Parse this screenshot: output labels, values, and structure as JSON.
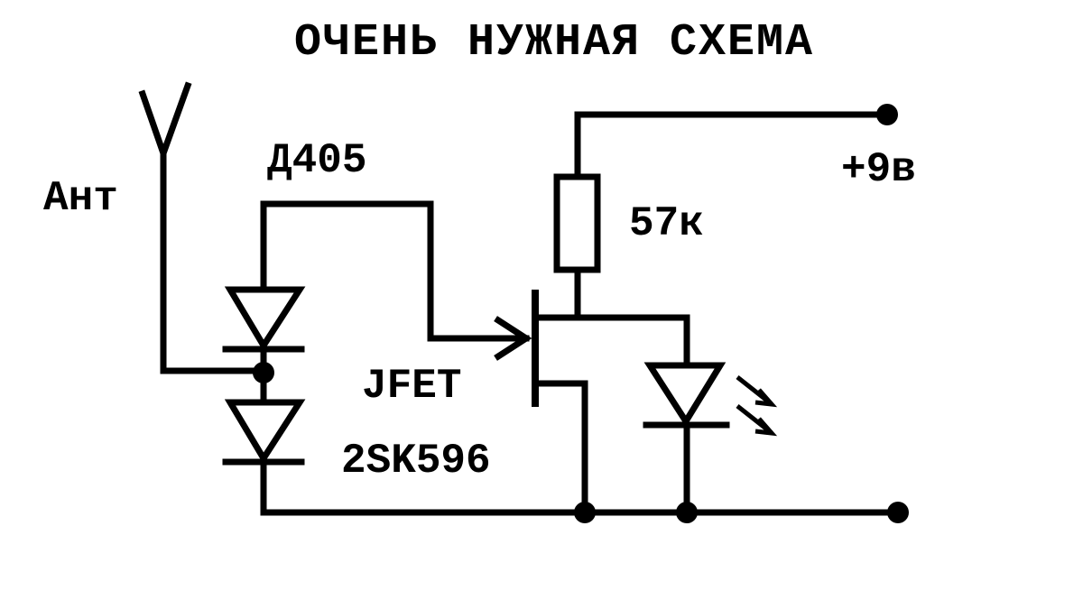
{
  "title": "ОЧЕНЬ НУЖНАЯ СХЕМА",
  "labels": {
    "antenna": "Ант",
    "diode": "Д405",
    "resistor": "57к",
    "supply": "+9в",
    "transistor_type": "JFET",
    "transistor_model": "2SK596"
  },
  "colors": {
    "ink": "#000000",
    "background": "#ffffff"
  },
  "components": [
    {
      "kind": "antenna"
    },
    {
      "kind": "diode",
      "label_ref": "diode"
    },
    {
      "kind": "diode"
    },
    {
      "kind": "resistor",
      "label_ref": "resistor"
    },
    {
      "kind": "jfet",
      "label_ref": "transistor_model"
    },
    {
      "kind": "led"
    },
    {
      "kind": "terminal",
      "label_ref": "supply"
    },
    {
      "kind": "terminal"
    }
  ]
}
